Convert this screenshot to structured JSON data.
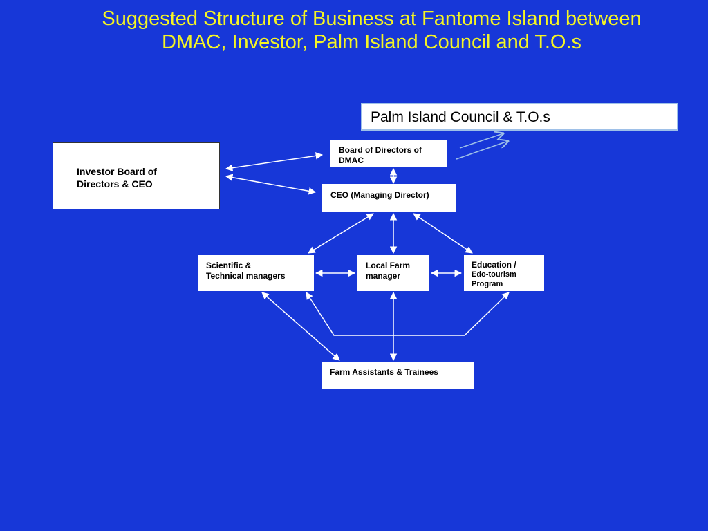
{
  "title": "Suggested Structure of Business at Fantome Island between DMAC, Investor, Palm Island Council and T.O.s",
  "nodes": {
    "palm_island": "Palm Island Council & T.O.s",
    "investor": [
      "Investor Board of",
      "Directors & CEO"
    ],
    "board": [
      "Board of Directors of",
      "DMAC"
    ],
    "ceo": "CEO (Managing Director)",
    "scientific": [
      "Scientific &",
      "Technical managers"
    ],
    "local_farm": [
      "Local Farm",
      "manager"
    ],
    "education": [
      "Education /",
      "Edo-tourism",
      "Program"
    ],
    "assistants": "Farm Assistants & Trainees"
  },
  "colors": {
    "background": "#1737d8",
    "title": "#f5f523",
    "connector": "#ffffff",
    "palm_connector": "#9ec0e8"
  }
}
